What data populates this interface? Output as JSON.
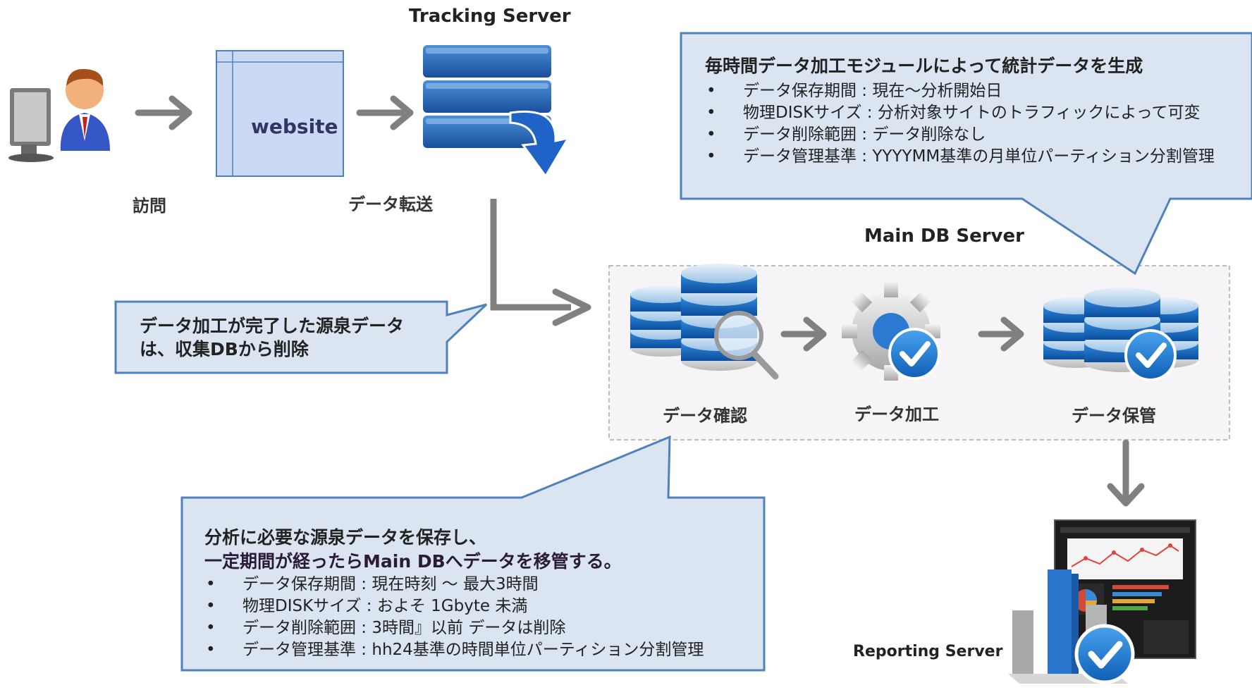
{
  "tracking": {
    "title": "Tracking Server",
    "website_label": "website",
    "visit_label": "訪問",
    "transfer_label": "データ転送"
  },
  "main_db": {
    "title": "Main DB Server",
    "steps": [
      "データ確認",
      "データ加工",
      "データ保管"
    ]
  },
  "reporting": {
    "title": "Reporting Server"
  },
  "top_callout": {
    "title": "毎時間データ加工モジュールによって統計データを生成",
    "items": [
      "データ保存期間 : 現在～分析開始日",
      "物理DISKサイズ : 分析対象サイトのトラフィックによって可変",
      "データ削除範囲 : データ削除なし",
      "データ管理基準 : YYYYMM基準の月単位パーティション分割管理"
    ]
  },
  "left_callout": {
    "lines": [
      "データ加工が完了した源泉データ",
      "は、収集DBから削除"
    ]
  },
  "bottom_callout": {
    "title_line1": "分析に必要な源泉データを保存し、",
    "title_line2": "一定期間が経ったらMain DBへデータを移管する。",
    "items": [
      "データ保存期間 : 現在時刻 ～ 最大3時間",
      "物理DISKサイズ : およそ 1Gbyte 未満",
      "データ削除範囲 : 3時間』以前 データは削除",
      "データ管理基準 : hh24基準の時間単位パーティション分割管理"
    ]
  },
  "colors": {
    "callout_fill": "#dbe5f1",
    "callout_border": "#4f81bd",
    "arrow_gray": "#808080",
    "db_blue": "#1f6fc2",
    "check_blue": "#1f78d1"
  }
}
